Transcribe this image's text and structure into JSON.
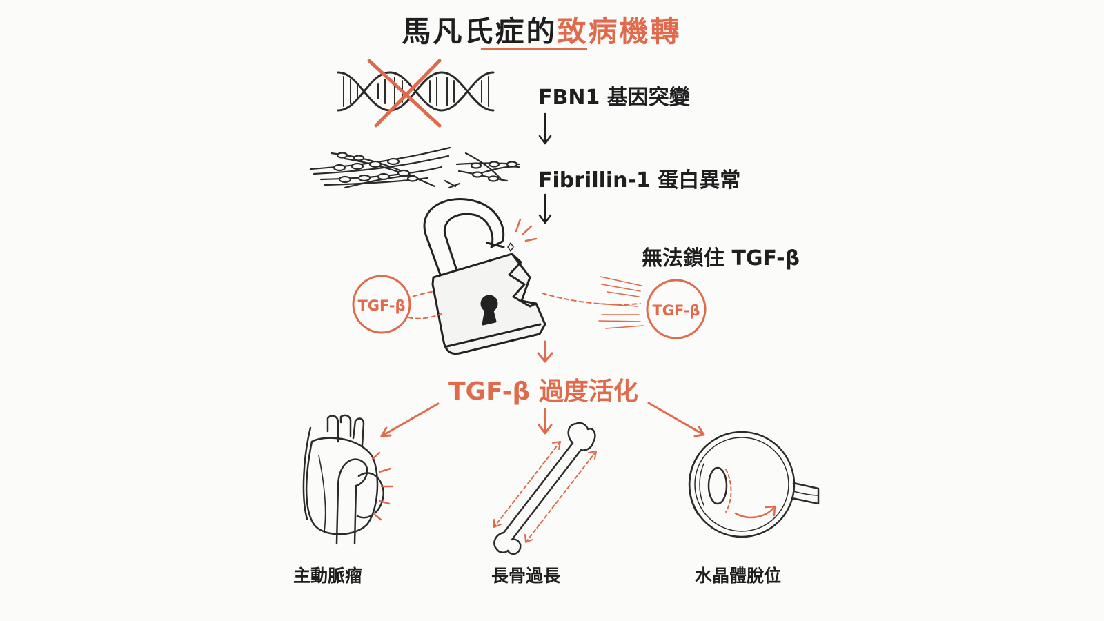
{
  "title": {
    "part1": "馬凡氏症的",
    "part2": "致病機轉"
  },
  "steps": {
    "gene": "FBN1 基因突變",
    "protein": "Fibrillin-1 蛋白異常",
    "lock": "無法鎖住 TGF-β",
    "activation": "TGF-β 過度活化"
  },
  "tgf_bubbles": {
    "left": "TGF-β",
    "right": "TGF-β"
  },
  "outcomes": {
    "heart": "主動脈瘤",
    "bone": "長骨過長",
    "eye": "水晶體脫位"
  },
  "colors": {
    "accent": "#e06a4c",
    "ink": "#1f1f1f"
  }
}
